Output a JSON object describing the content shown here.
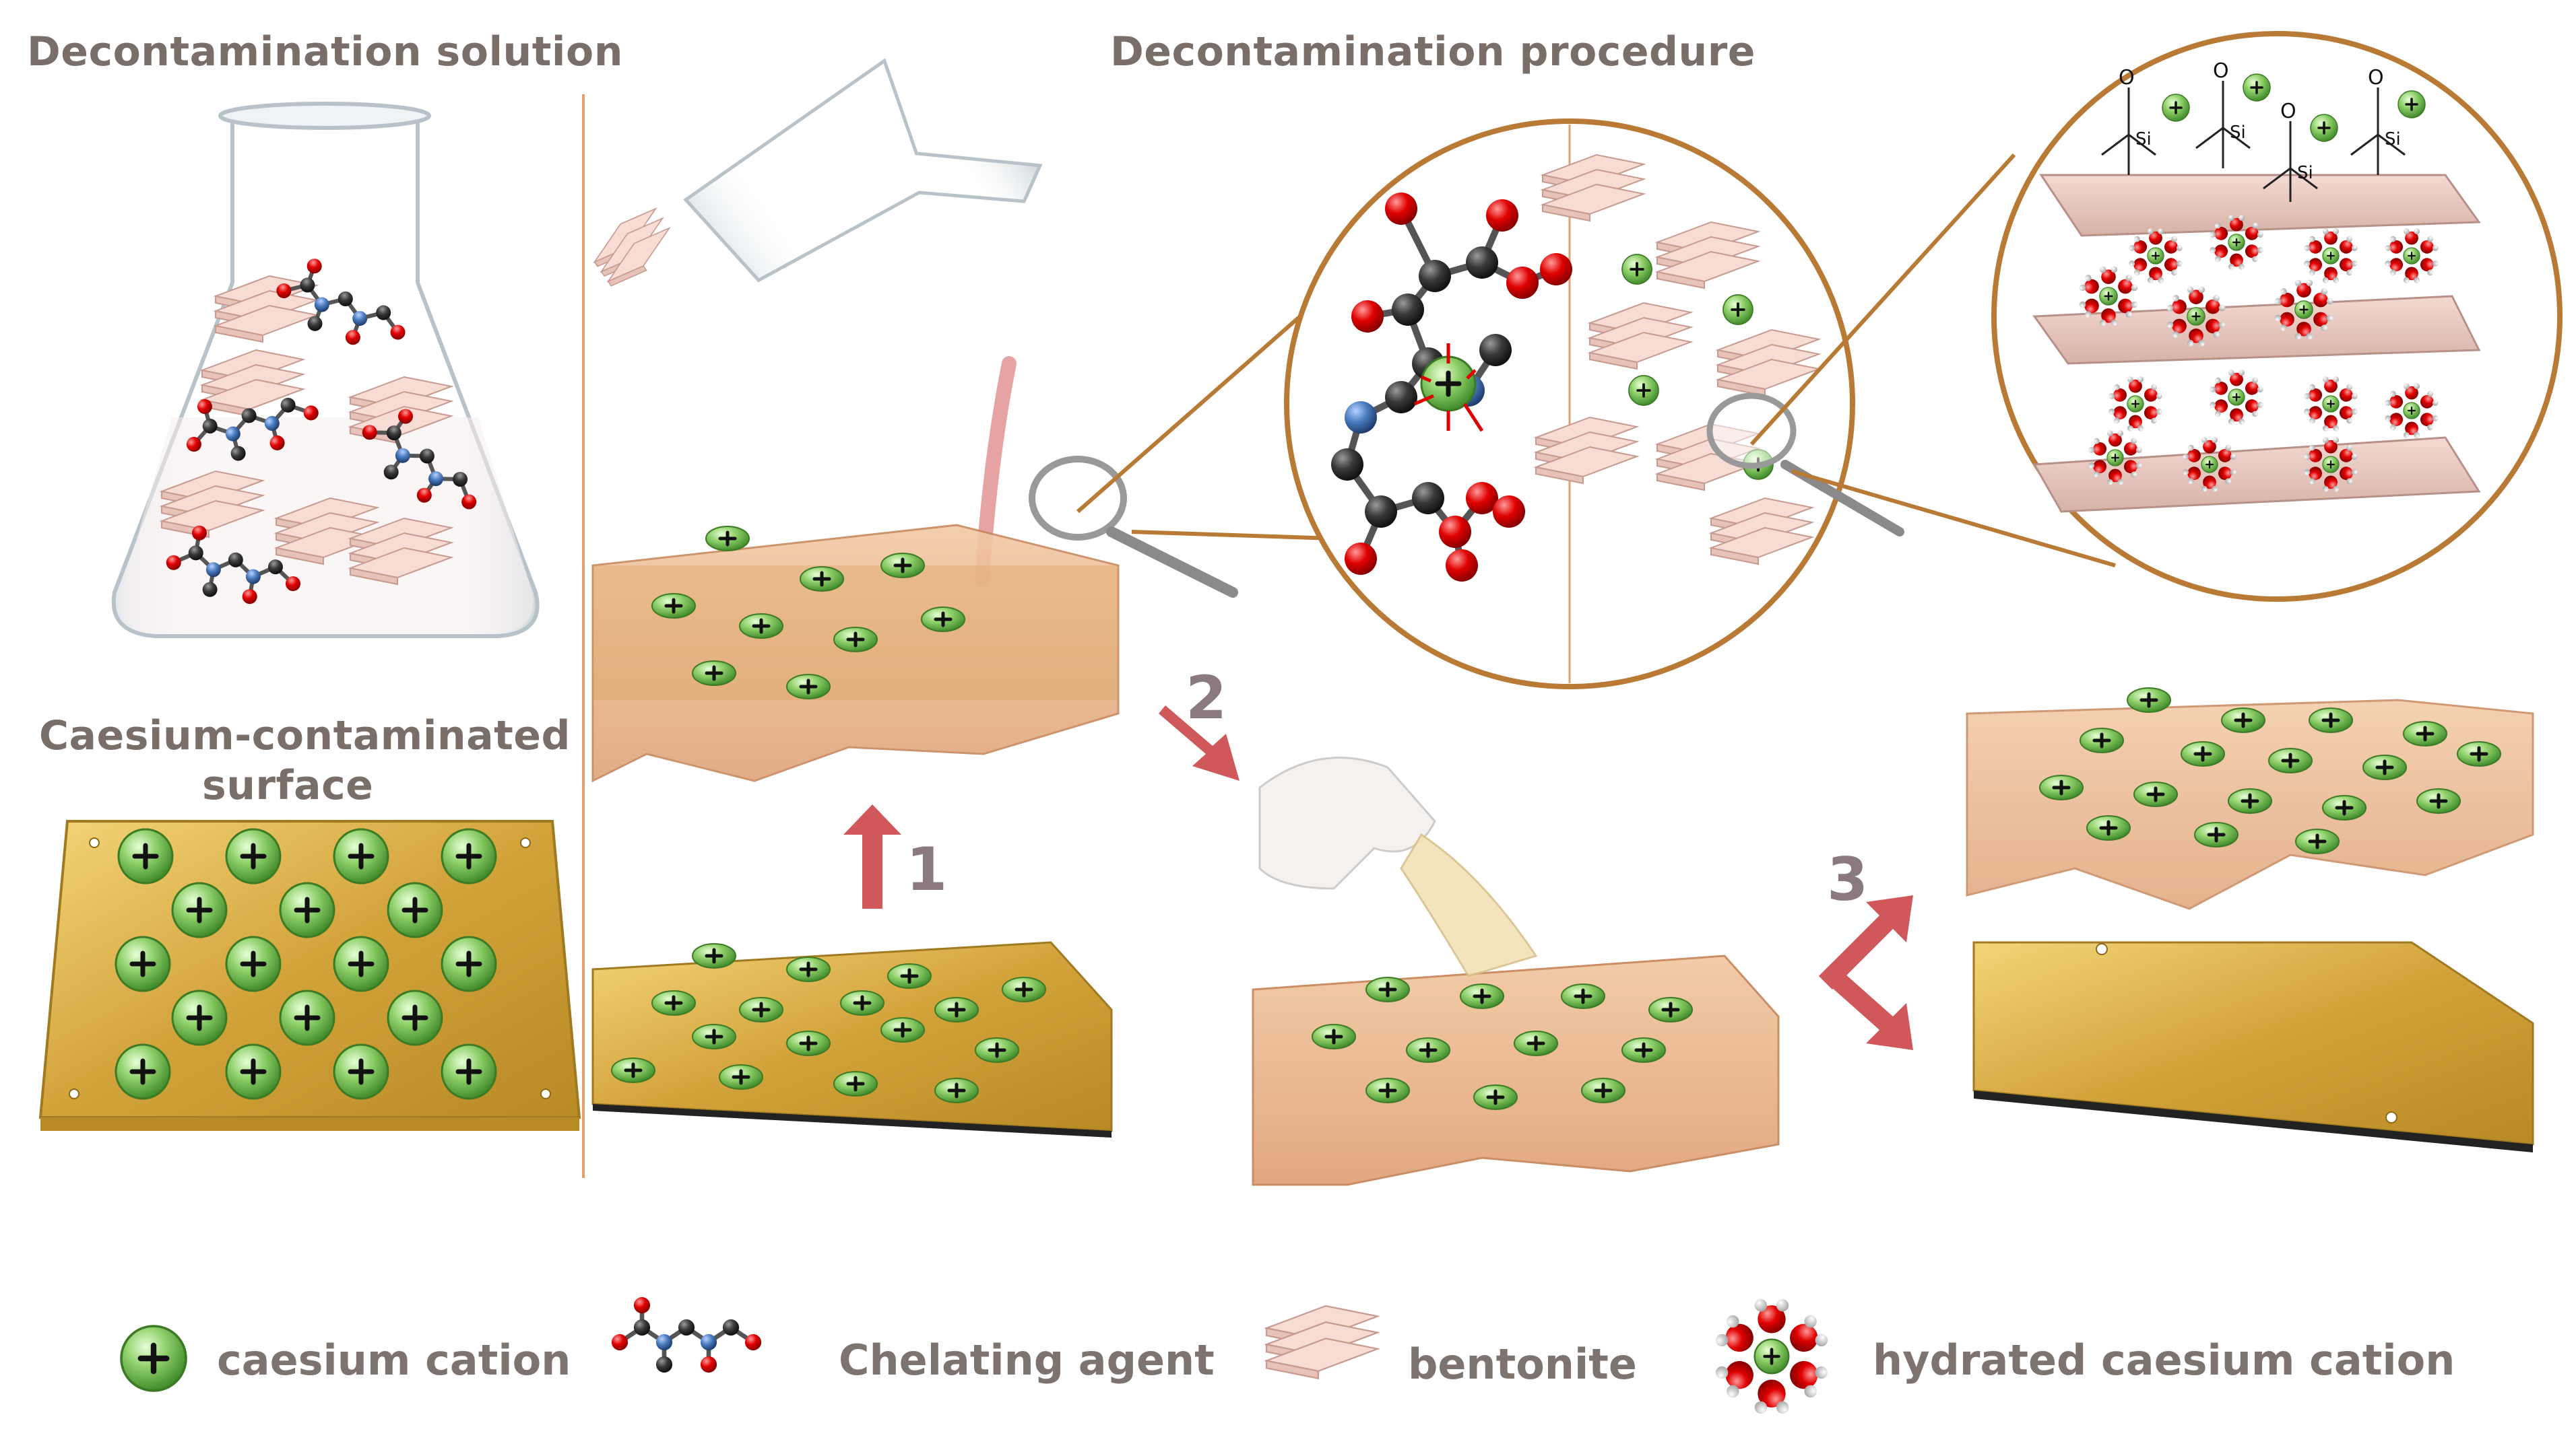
{
  "headings": {
    "solution": "Decontamination solution",
    "procedure": "Decontamination procedure",
    "surface_line1": "Caesium-contaminated",
    "surface_line2": "surface"
  },
  "steps": [
    "1",
    "2",
    "3"
  ],
  "legend": [
    {
      "icon": "caesium-cation-icon",
      "label": "caesium cation"
    },
    {
      "icon": "chelating-agent-icon",
      "label": "Chelating agent"
    },
    {
      "icon": "bentonite-icon",
      "label": "bentonite"
    },
    {
      "icon": "hydrated-caesium-cation-icon",
      "label": "hydrated caesium cation"
    }
  ],
  "chem": {
    "si": "Si",
    "o_minus": "O",
    "plus": "+"
  },
  "colors": {
    "heading": "#7a6f68",
    "divider": "#e0a070",
    "brass": "#d4a93a",
    "cation": "#8fcf6a",
    "gel": "#e8b79a",
    "bentonite": "#f3d3cc",
    "oxygen": "#d60000",
    "nitrogen": "#4a7dc0",
    "carbon": "#333333",
    "callout": "#b97a36",
    "arrow": "#d0585a"
  }
}
